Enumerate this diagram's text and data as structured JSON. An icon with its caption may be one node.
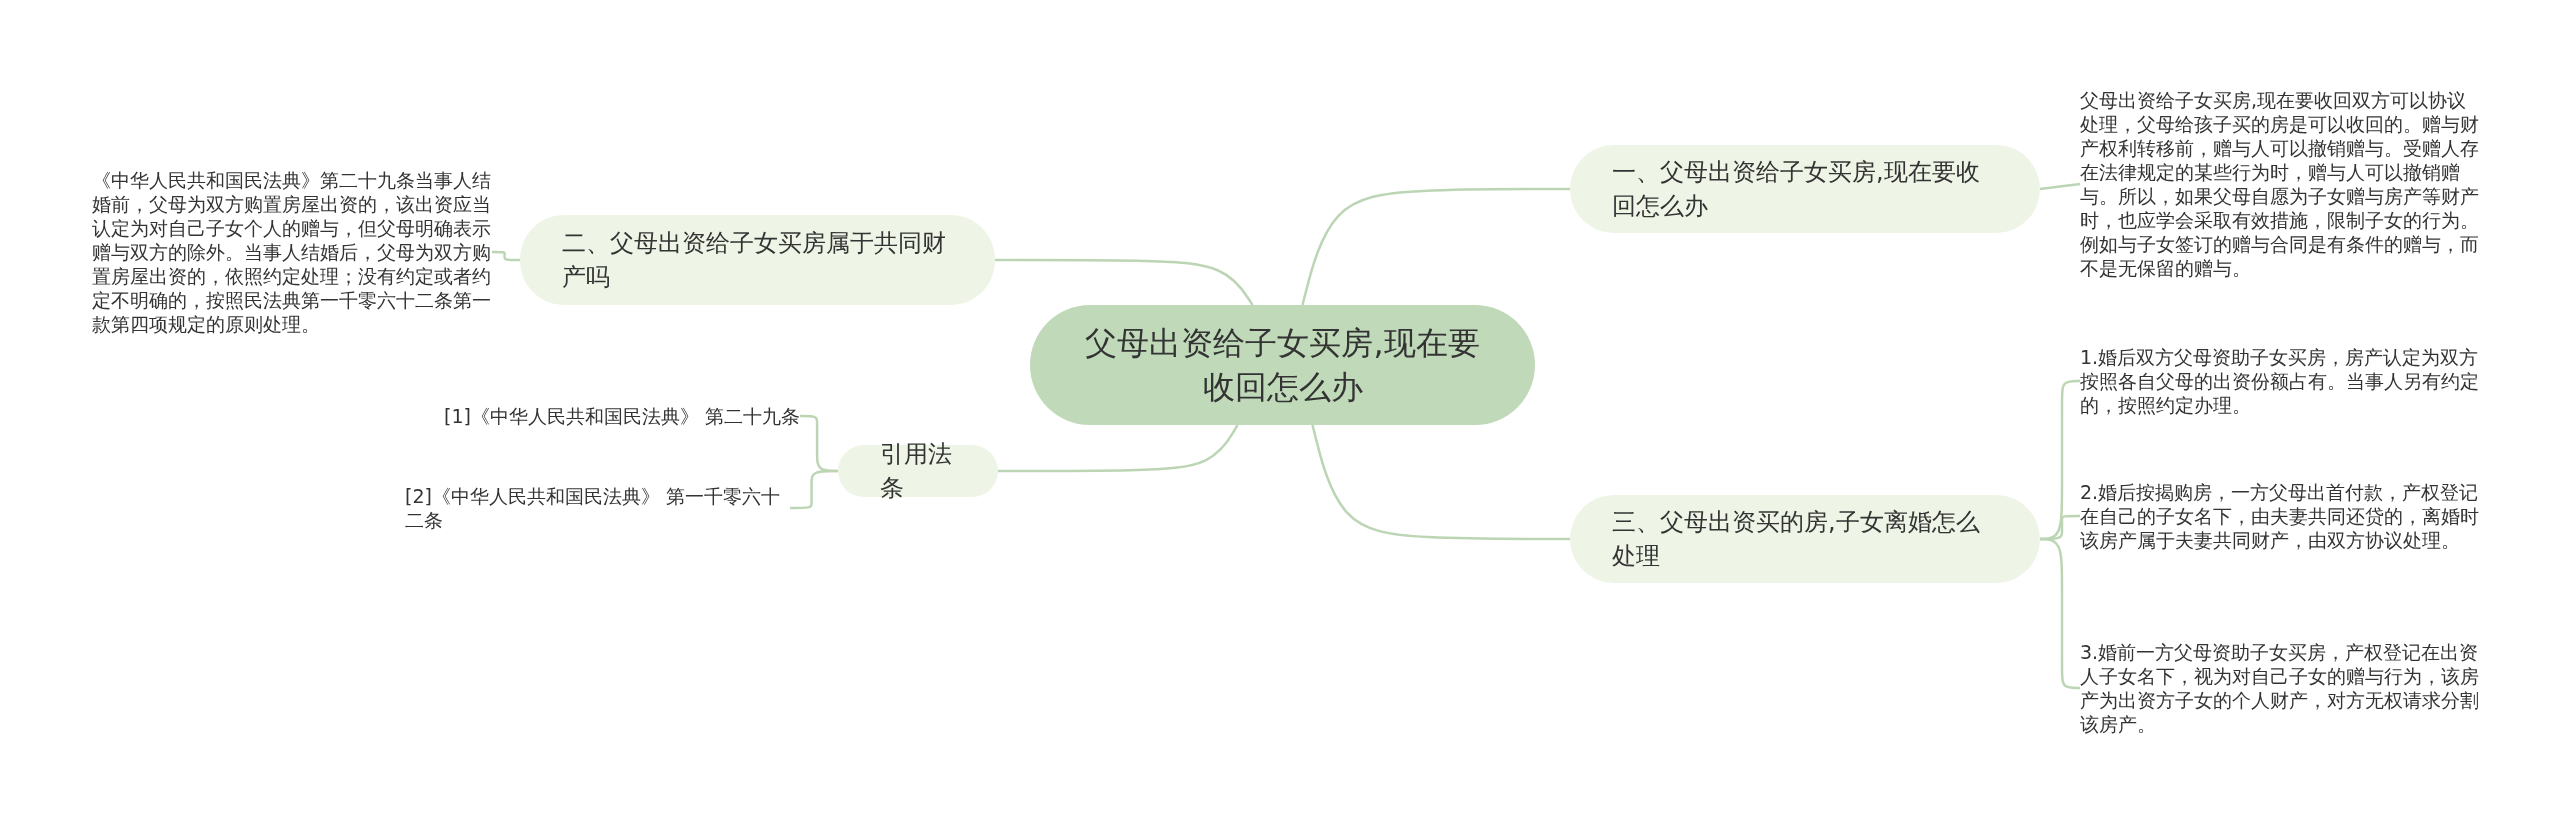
{
  "diagram": {
    "nodes": [
      {
        "text": [
          "父母出资给子女买房,现在要收回怎么办"
        ]
      },
      {
        "text": [
          "一、父母出资给子女买房,现在要收回怎么办"
        ]
      },
      {
        "text": [
          "父母出资给子女买房,现在要收回双方可以协议处理，父母给孩子买的房是可以收回的。赠与财产权利转移前，赠与人可以撤销赠与。受赠人存在法律规定的某些行为时，赠与人可以撤销赠与。所以，如果父母自愿为子女赠与房产等财产时，也应学会采取有效措施，限制子女的行为。例如与子女签订的赠与合同是有条件的赠与，而不是无保留的赠与。"
        ]
      },
      {
        "text": [
          "二、父母出资给子女买房属于共同财产吗"
        ]
      },
      {
        "text": [
          "《中华人民共和国民法典》第二十九条当事人结婚前，父母为双方购置房屋出资的，该出资应当认定为对自己子女个人的赠与，但父母明确表示赠与双方的除外。当事人结婚后，父母为双方购置房屋出资的，依照约定处理；没有约定或者约定不明确的，按照民法典第一千零六十二条第一款第四项规定的原则处理。"
        ]
      },
      {
        "text": [
          "引用法条"
        ]
      },
      {
        "text": [
          "[1]《中华人民共和国民法典》 第二十九条"
        ]
      },
      {
        "text": [
          "[2]《中华人民共和国民法典》 第一千零六十二条"
        ]
      },
      {
        "text": [
          "三、父母出资买的房,子女离婚怎么处理"
        ]
      },
      {
        "text": [
          "1.婚后双方父母资助子女买房，房产认定为双方按照各自父母的出资份额占有。当事人另有约定的，按照约定办理。"
        ]
      },
      {
        "text": [
          "2.婚后按揭购房，一方父母出首付款，产权登记在自己的子女名下，由夫妻共同还贷的，离婚时该房产属于夫妻共同财产，由双方协议处理。"
        ]
      },
      {
        "text": [
          "3.婚前一方父母资助子女买房，产权登记在出资人子女名下，视为对自己子女的赠与行为，该房产为出资方子女的个人财产，对方无权请求分割该房产。"
        ]
      }
    ],
    "edges": [
      {
        "from": 0,
        "to": 1,
        "arrow": "none"
      },
      {
        "from": 1,
        "to": 2,
        "arrow": "none"
      },
      {
        "from": 0,
        "to": 3,
        "arrow": "none"
      },
      {
        "from": 3,
        "to": 4,
        "arrow": "none"
      },
      {
        "from": 0,
        "to": 5,
        "arrow": "none"
      },
      {
        "from": 5,
        "to": 6,
        "arrow": "none"
      },
      {
        "from": 5,
        "to": 7,
        "arrow": "none"
      },
      {
        "from": 0,
        "to": 8,
        "arrow": "none"
      },
      {
        "from": 8,
        "to": 9,
        "arrow": "none"
      },
      {
        "from": 8,
        "to": 10,
        "arrow": "none"
      },
      {
        "from": 8,
        "to": 11,
        "arrow": "none"
      }
    ]
  }
}
